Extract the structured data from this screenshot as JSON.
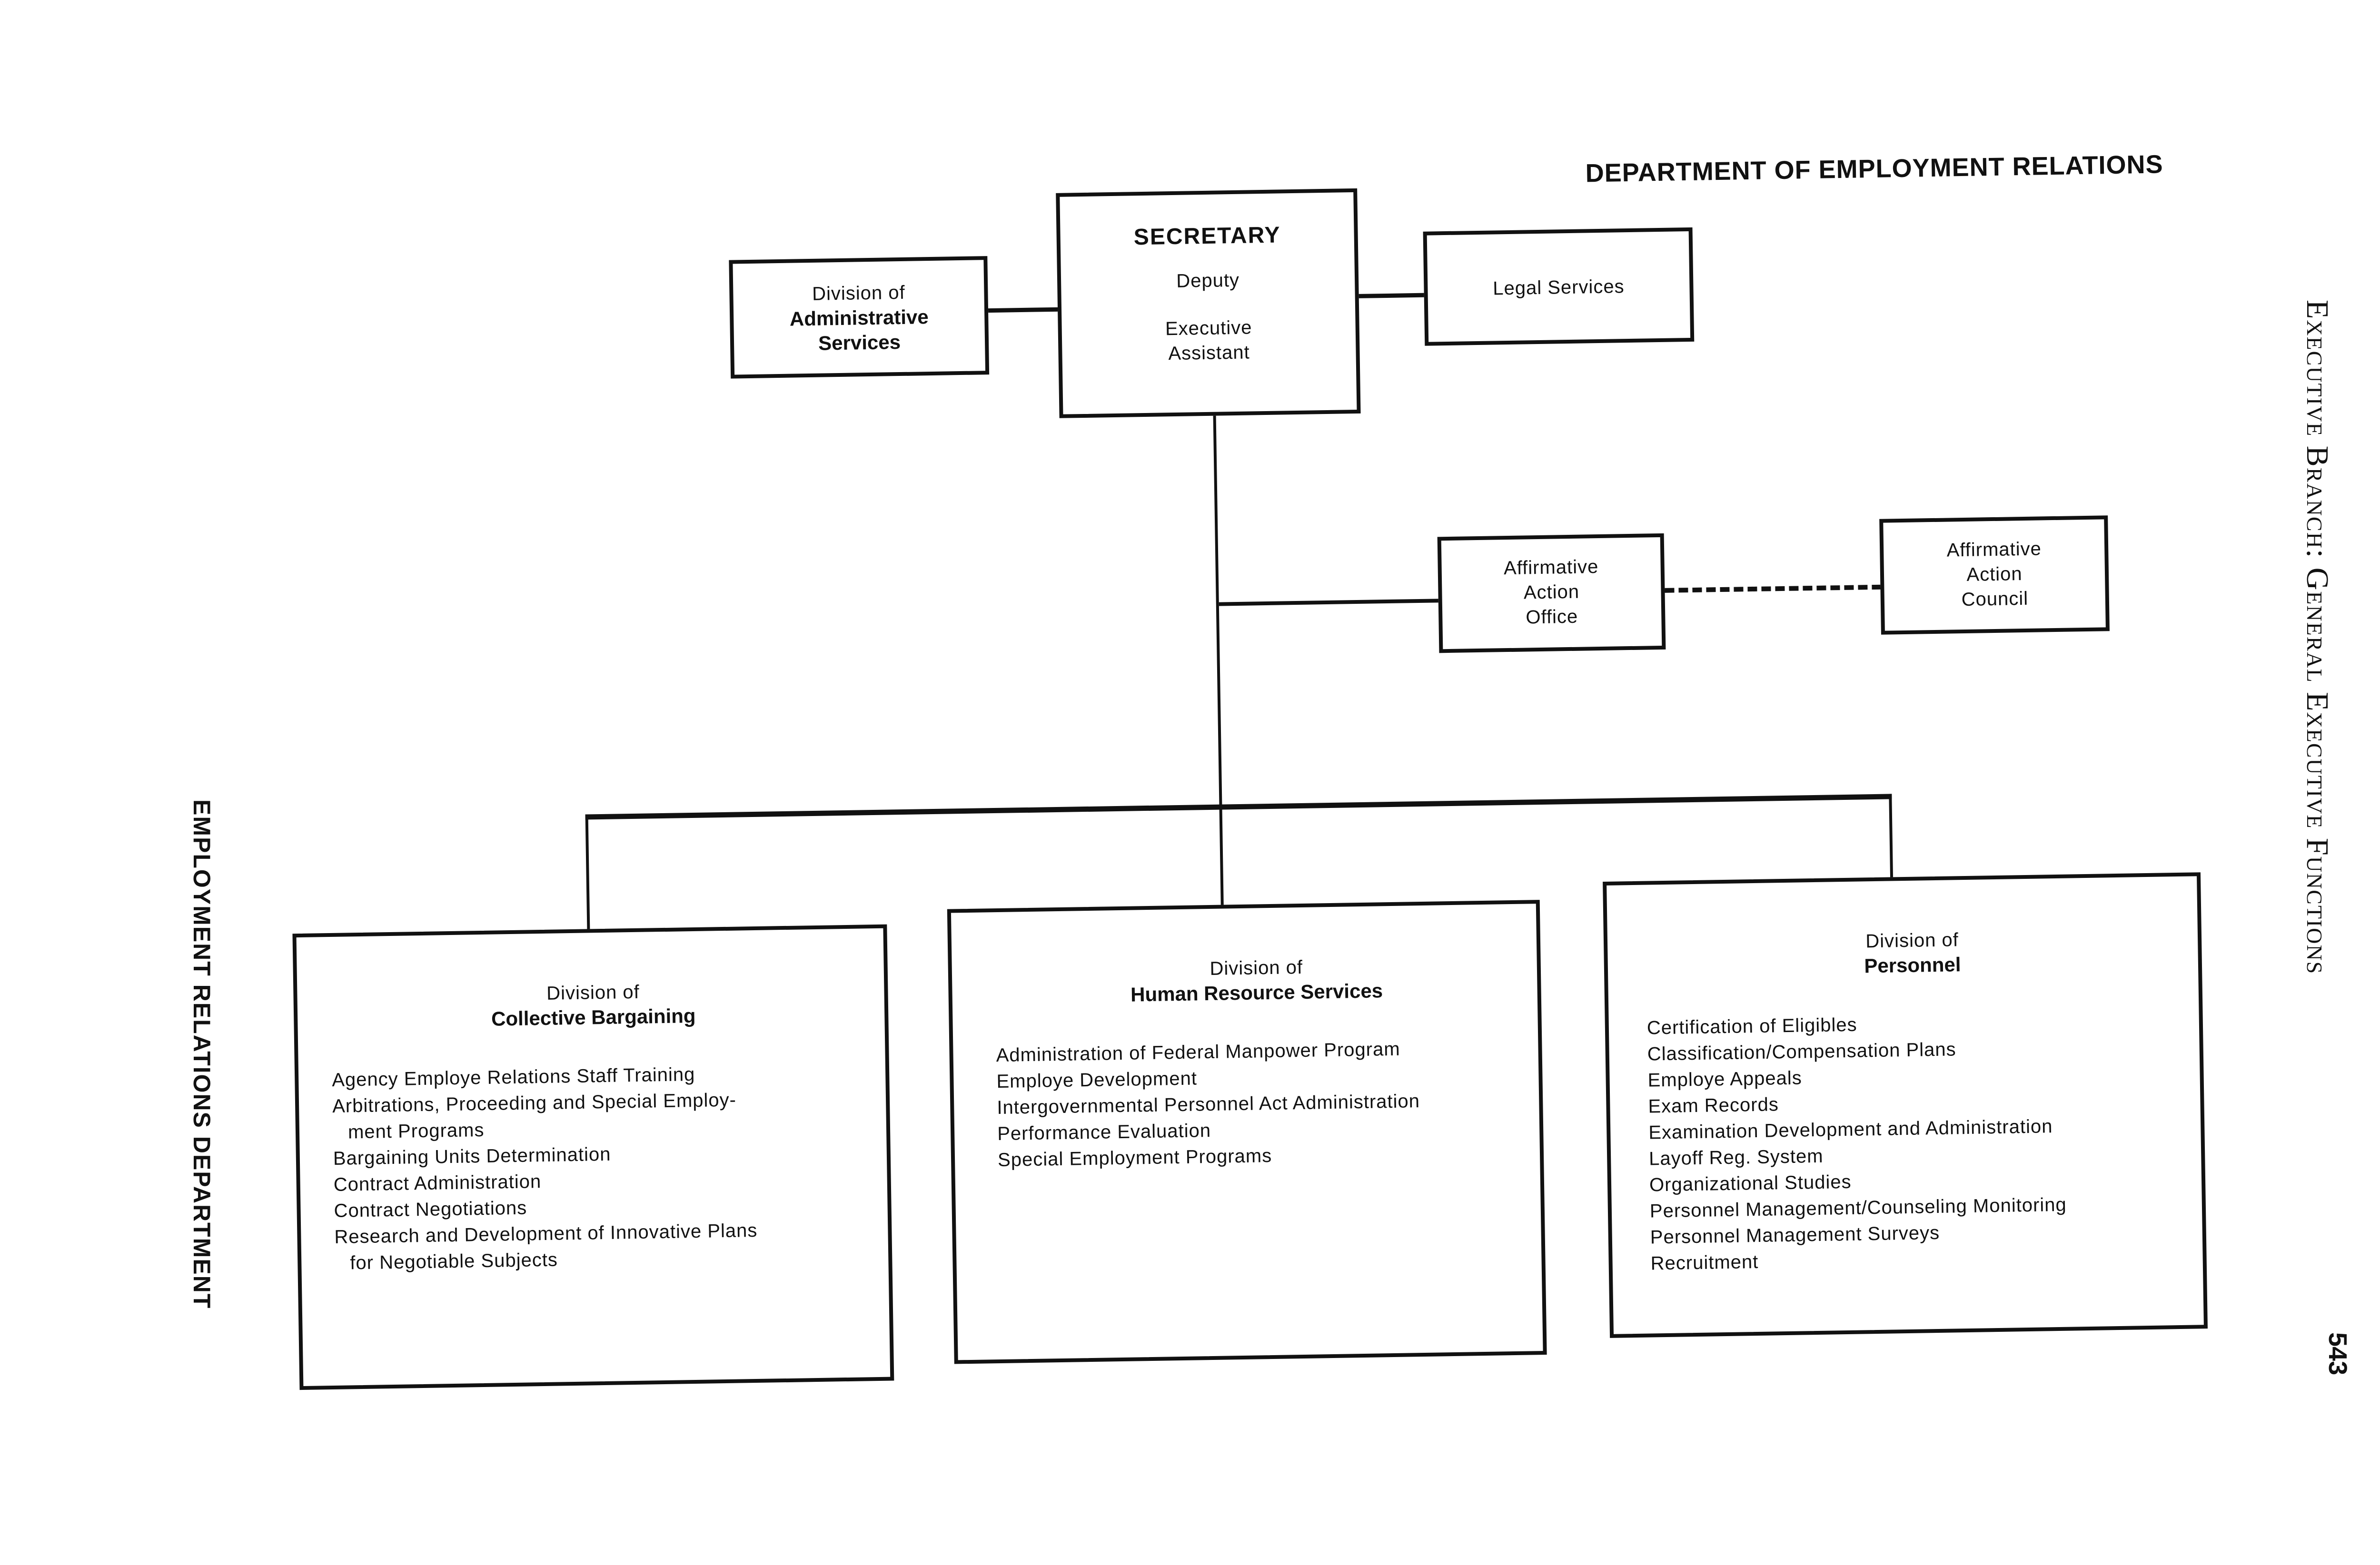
{
  "page": {
    "title": "DEPARTMENT OF EMPLOYMENT RELATIONS",
    "left_margin_heading": "EMPLOYMENT RELATIONS DEPARTMENT",
    "right_margin_heading": "Executive Branch: General Executive Functions",
    "page_number": "543"
  },
  "org_chart": {
    "secretary": {
      "title": "SECRETARY",
      "deputy": "Deputy",
      "exec_line1": "Executive",
      "exec_line2": "Assistant"
    },
    "admin_services": {
      "line1": "Division of",
      "line2": "Administrative",
      "line3": "Services"
    },
    "legal_services": {
      "label": "Legal Services"
    },
    "affirmative_action_office": {
      "line1": "Affirmative",
      "line2": "Action",
      "line3": "Office"
    },
    "affirmative_action_council": {
      "line1": "Affirmative",
      "line2": "Action",
      "line3": "Council"
    },
    "divisions": [
      {
        "prefix": "Division of",
        "name": "Collective Bargaining",
        "items": [
          "Agency Employe Relations Staff Training",
          "Arbitrations, Proceeding and Special Employ-",
          "ment Programs",
          "Bargaining Units Determination",
          "Contract Administration",
          "Contract Negotiations",
          "Research and Development of Innovative Plans",
          "for Negotiable Subjects"
        ]
      },
      {
        "prefix": "Division of",
        "name": "Human Resource Services",
        "items": [
          "Administration of Federal Manpower Program",
          "Employe Development",
          "Intergovernmental Personnel Act Administration",
          "Performance Evaluation",
          "Special Employment Programs"
        ]
      },
      {
        "prefix": "Division of",
        "name": "Personnel",
        "items": [
          "Certification of Eligibles",
          "Classification/Compensation Plans",
          "Employe Appeals",
          "Exam Records",
          "Examination Development and Administration",
          "Layoff Reg. System",
          "Organizational Studies",
          "Personnel Management/Counseling Monitoring",
          "Personnel Management Surveys",
          "Recruitment"
        ]
      }
    ]
  }
}
